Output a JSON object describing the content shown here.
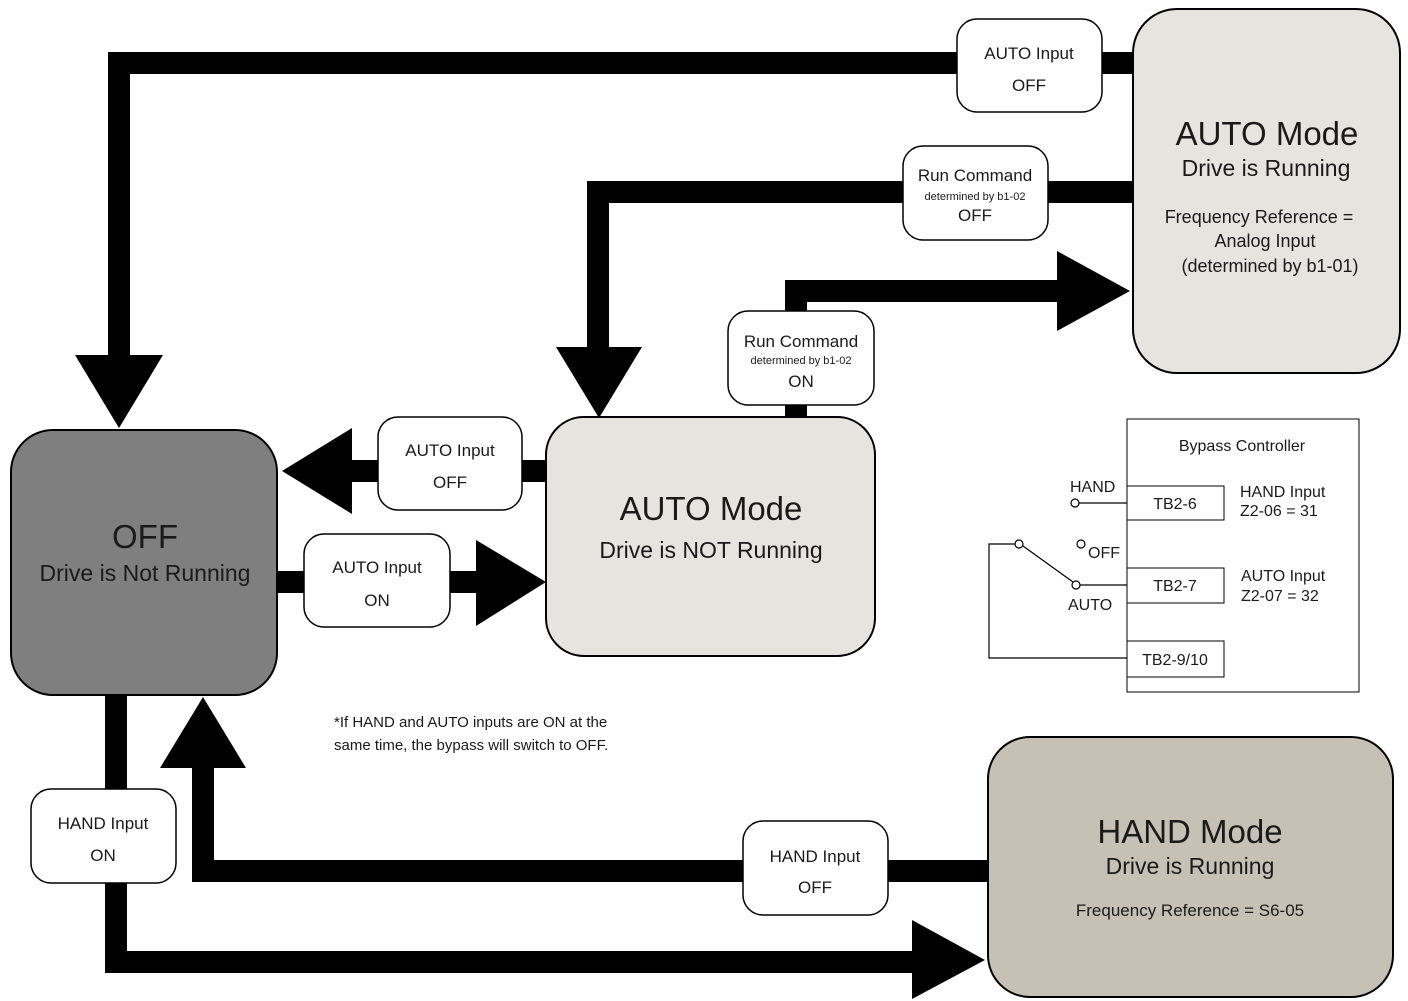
{
  "states": {
    "auto_running": {
      "title": "AUTO Mode",
      "status": "Drive is Running",
      "freq_line1": "Frequency Reference =",
      "freq_line2": "Analog Input",
      "freq_line3": "(determined by b1-01)"
    },
    "auto_not_running": {
      "title": "AUTO Mode",
      "status": "Drive is NOT Running"
    },
    "off": {
      "title": "OFF",
      "status": "Drive is Not Running"
    },
    "hand_running": {
      "title": "HAND Mode",
      "status": "Drive is Running",
      "freq": "Frequency Reference = S6-05"
    }
  },
  "transitions": {
    "auto_input_off_top": {
      "line1": "AUTO Input",
      "line2": "OFF"
    },
    "run_command_off": {
      "line1": "Run Command",
      "line2": "determined by b1-02",
      "line3": "OFF"
    },
    "run_command_on": {
      "line1": "Run Command",
      "line2": "determined by b1-02",
      "line3": "ON"
    },
    "auto_input_off_mid": {
      "line1": "AUTO Input",
      "line2": "OFF"
    },
    "auto_input_on": {
      "line1": "AUTO Input",
      "line2": "ON"
    },
    "hand_input_on": {
      "line1": "HAND Input",
      "line2": "ON"
    },
    "hand_input_off": {
      "line1": "HAND Input",
      "line2": "OFF"
    }
  },
  "note": {
    "line1": "*If HAND and AUTO inputs are ON at the",
    "line2": "same time, the bypass will switch to OFF."
  },
  "bypass": {
    "title": "Bypass Controller",
    "hand_label": "HAND",
    "off_label": "OFF",
    "auto_label": "AUTO",
    "tb26": "TB2-6",
    "tb27": "TB2-7",
    "tb2910": "TB2-9/10",
    "hand_input_line1": "HAND Input",
    "hand_input_line2": "Z2-06 = 31",
    "auto_input_line1": "AUTO Input",
    "auto_input_line2": "Z2-07 = 32"
  },
  "colors": {
    "off_box": "#7f7f7f",
    "auto_box": "#e5e4df",
    "hand_box": "#c7c1b5",
    "arrow": "#000000"
  }
}
